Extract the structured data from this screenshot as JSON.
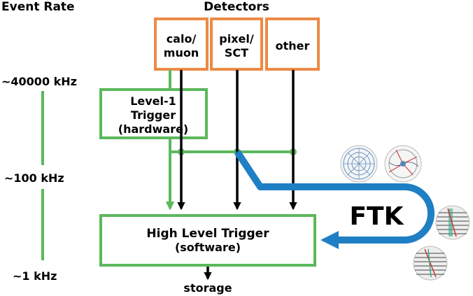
{
  "headers": {
    "event_rate": "Event Rate",
    "detectors": "Detectors"
  },
  "rates": {
    "top": "~40000 kHz",
    "mid": "~100 kHz",
    "bottom": "~1 kHz"
  },
  "detectors": {
    "calo_line1": "calo/",
    "calo_line2": "muon",
    "pixel_line1": "pixel/",
    "pixel_line2": "SCT",
    "other": "other"
  },
  "level1": {
    "line1": "Level-1",
    "line2": "Trigger",
    "line3": "(hardware)"
  },
  "hlt": {
    "line1": "High Level Trigger",
    "line2": "(software)"
  },
  "ftk": {
    "label": "FTK"
  },
  "storage": {
    "label": "storage"
  },
  "colors": {
    "green": "#5cb85c",
    "orange": "#ec8a45",
    "blue": "#1f7fc4",
    "black": "#000000"
  }
}
